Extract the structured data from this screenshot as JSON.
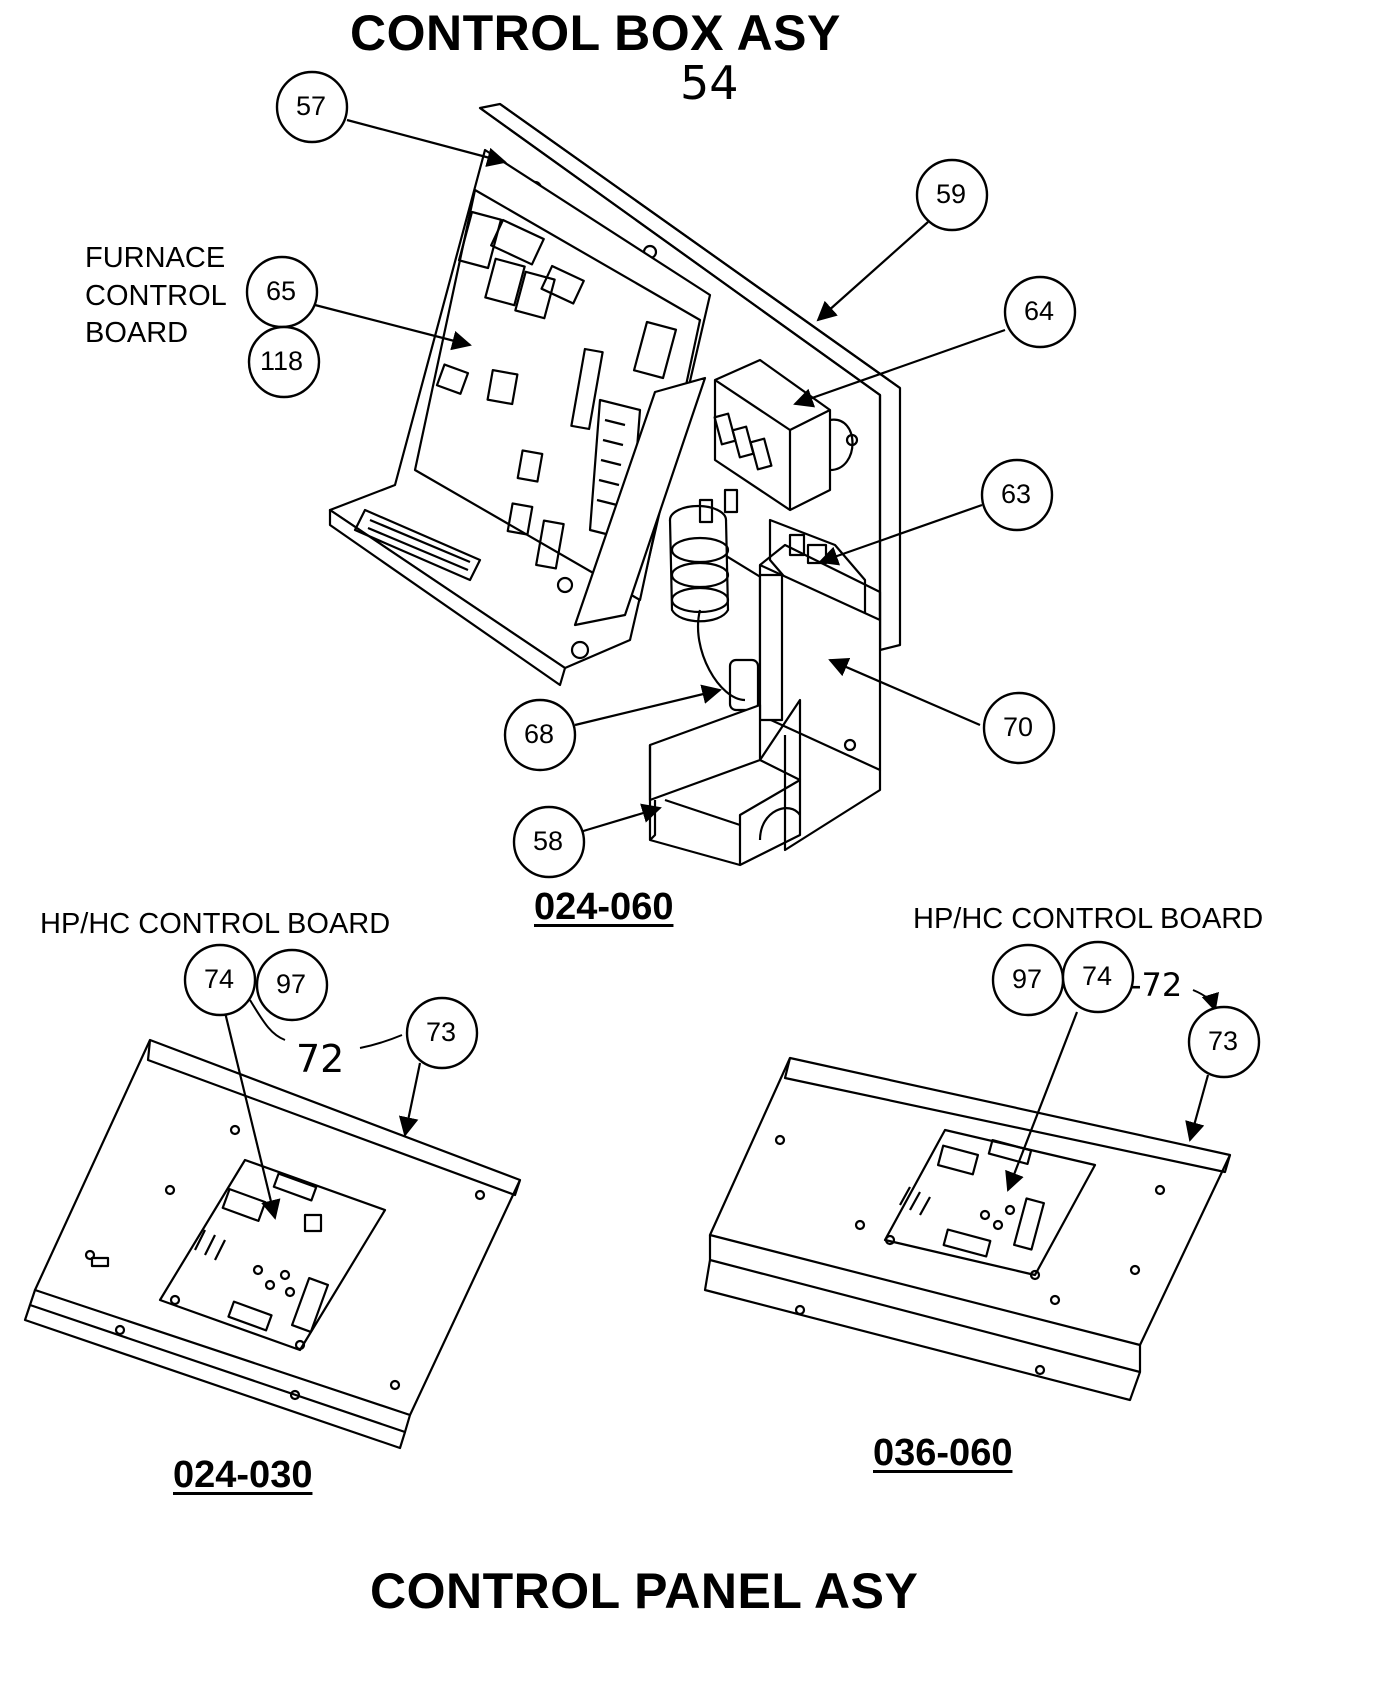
{
  "titles": {
    "top": "CONTROL BOX ASY",
    "bottom": "CONTROL PANEL ASY"
  },
  "handwritten": {
    "top_number": "54",
    "left_72": "72",
    "right_72": "-72"
  },
  "labels": {
    "furnace": [
      "FURNACE",
      "CONTROL",
      "BOARD"
    ],
    "hp_left": "HP/HC CONTROL BOARD",
    "hp_right": "HP/HC CONTROL BOARD"
  },
  "models": {
    "top": "024-060",
    "left": "024-030",
    "right": "036-060"
  },
  "callouts": {
    "c57": "57",
    "c59": "59",
    "c64": "64",
    "c65": "65",
    "c118": "118",
    "c63": "63",
    "c70": "70",
    "c68": "68",
    "c58": "58",
    "c74_left": "74",
    "c97_left": "97",
    "c73_left": "73",
    "c97_right": "97",
    "c74_right": "74",
    "c73_right": "73"
  }
}
